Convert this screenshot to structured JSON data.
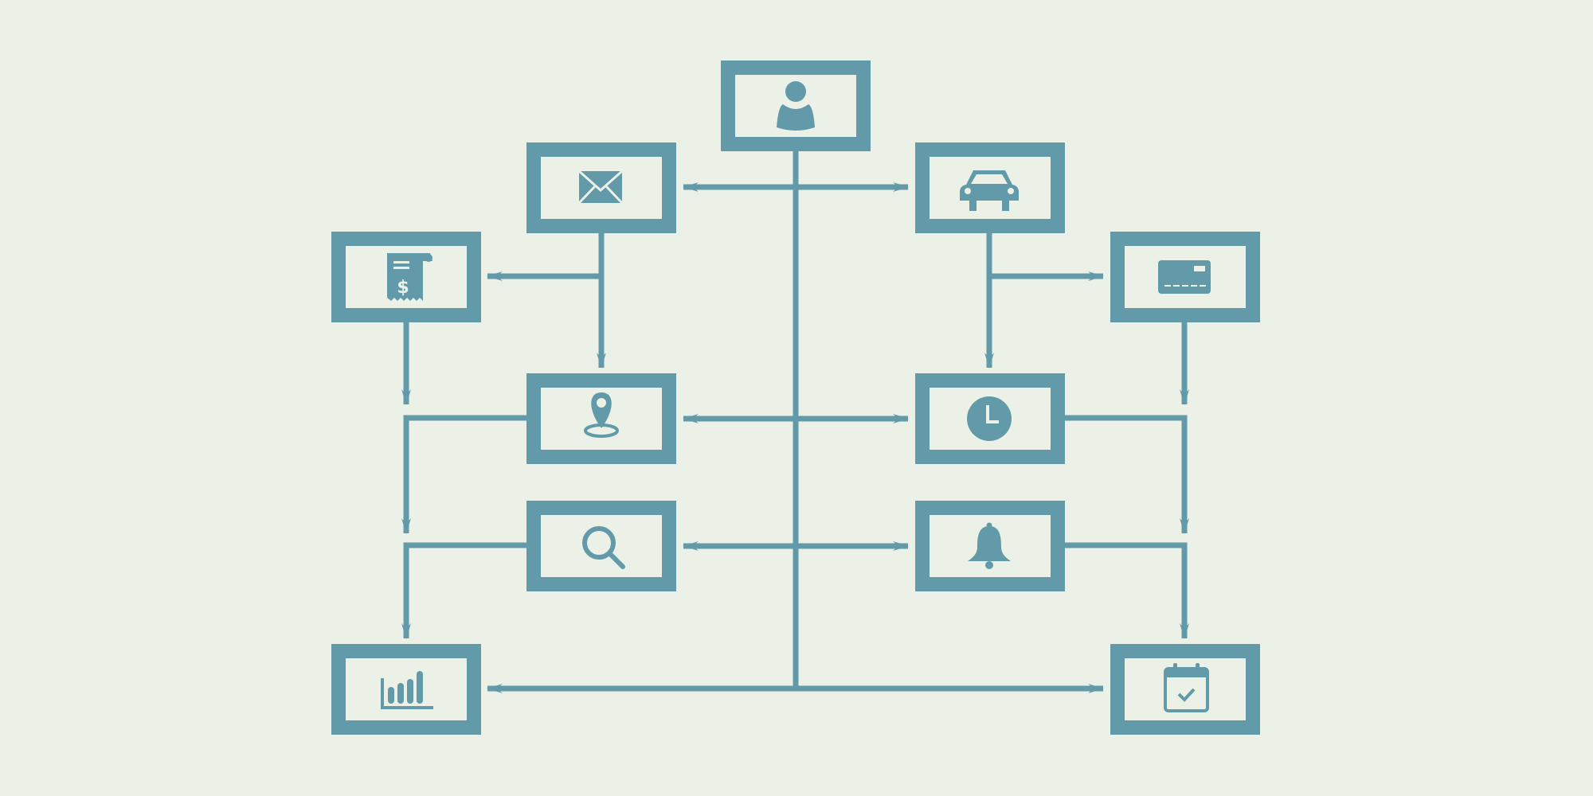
{
  "diagram": {
    "colors": {
      "background": "#ECF1E8",
      "accent": "#629AA9"
    },
    "nodes": [
      {
        "id": "user",
        "icon": "user-icon"
      },
      {
        "id": "mail",
        "icon": "envelope-icon"
      },
      {
        "id": "car",
        "icon": "car-icon"
      },
      {
        "id": "receipt",
        "icon": "receipt-icon"
      },
      {
        "id": "card",
        "icon": "credit-card-icon"
      },
      {
        "id": "location",
        "icon": "map-pin-icon"
      },
      {
        "id": "clock",
        "icon": "clock-icon"
      },
      {
        "id": "search",
        "icon": "search-icon"
      },
      {
        "id": "bell",
        "icon": "bell-icon"
      },
      {
        "id": "analytics",
        "icon": "bar-chart-icon"
      },
      {
        "id": "calendar",
        "icon": "calendar-check-icon"
      }
    ],
    "edges": [
      {
        "from": "user",
        "to": "mail",
        "style": "arrow"
      },
      {
        "from": "user",
        "to": "car",
        "style": "arrow"
      },
      {
        "from": "user",
        "to": "location",
        "style": "arrow"
      },
      {
        "from": "user",
        "to": "clock",
        "style": "arrow"
      },
      {
        "from": "user",
        "to": "search",
        "style": "arrow"
      },
      {
        "from": "user",
        "to": "bell",
        "style": "arrow"
      },
      {
        "from": "user",
        "to": "analytics",
        "style": "arrow"
      },
      {
        "from": "user",
        "to": "calendar",
        "style": "arrow"
      },
      {
        "from": "mail",
        "to": "receipt",
        "style": "arrow"
      },
      {
        "from": "mail",
        "to": "location",
        "style": "arrow"
      },
      {
        "from": "car",
        "to": "card",
        "style": "arrow"
      },
      {
        "from": "car",
        "to": "clock",
        "style": "arrow"
      },
      {
        "from": "receipt",
        "to": "location-branch",
        "style": "arrow"
      },
      {
        "from": "card",
        "to": "clock-branch",
        "style": "arrow"
      },
      {
        "from": "location",
        "to": "search-branch",
        "style": "arrow"
      },
      {
        "from": "clock",
        "to": "bell-branch",
        "style": "arrow"
      },
      {
        "from": "search",
        "to": "analytics",
        "style": "arrow"
      },
      {
        "from": "bell",
        "to": "calendar",
        "style": "arrow"
      }
    ]
  }
}
